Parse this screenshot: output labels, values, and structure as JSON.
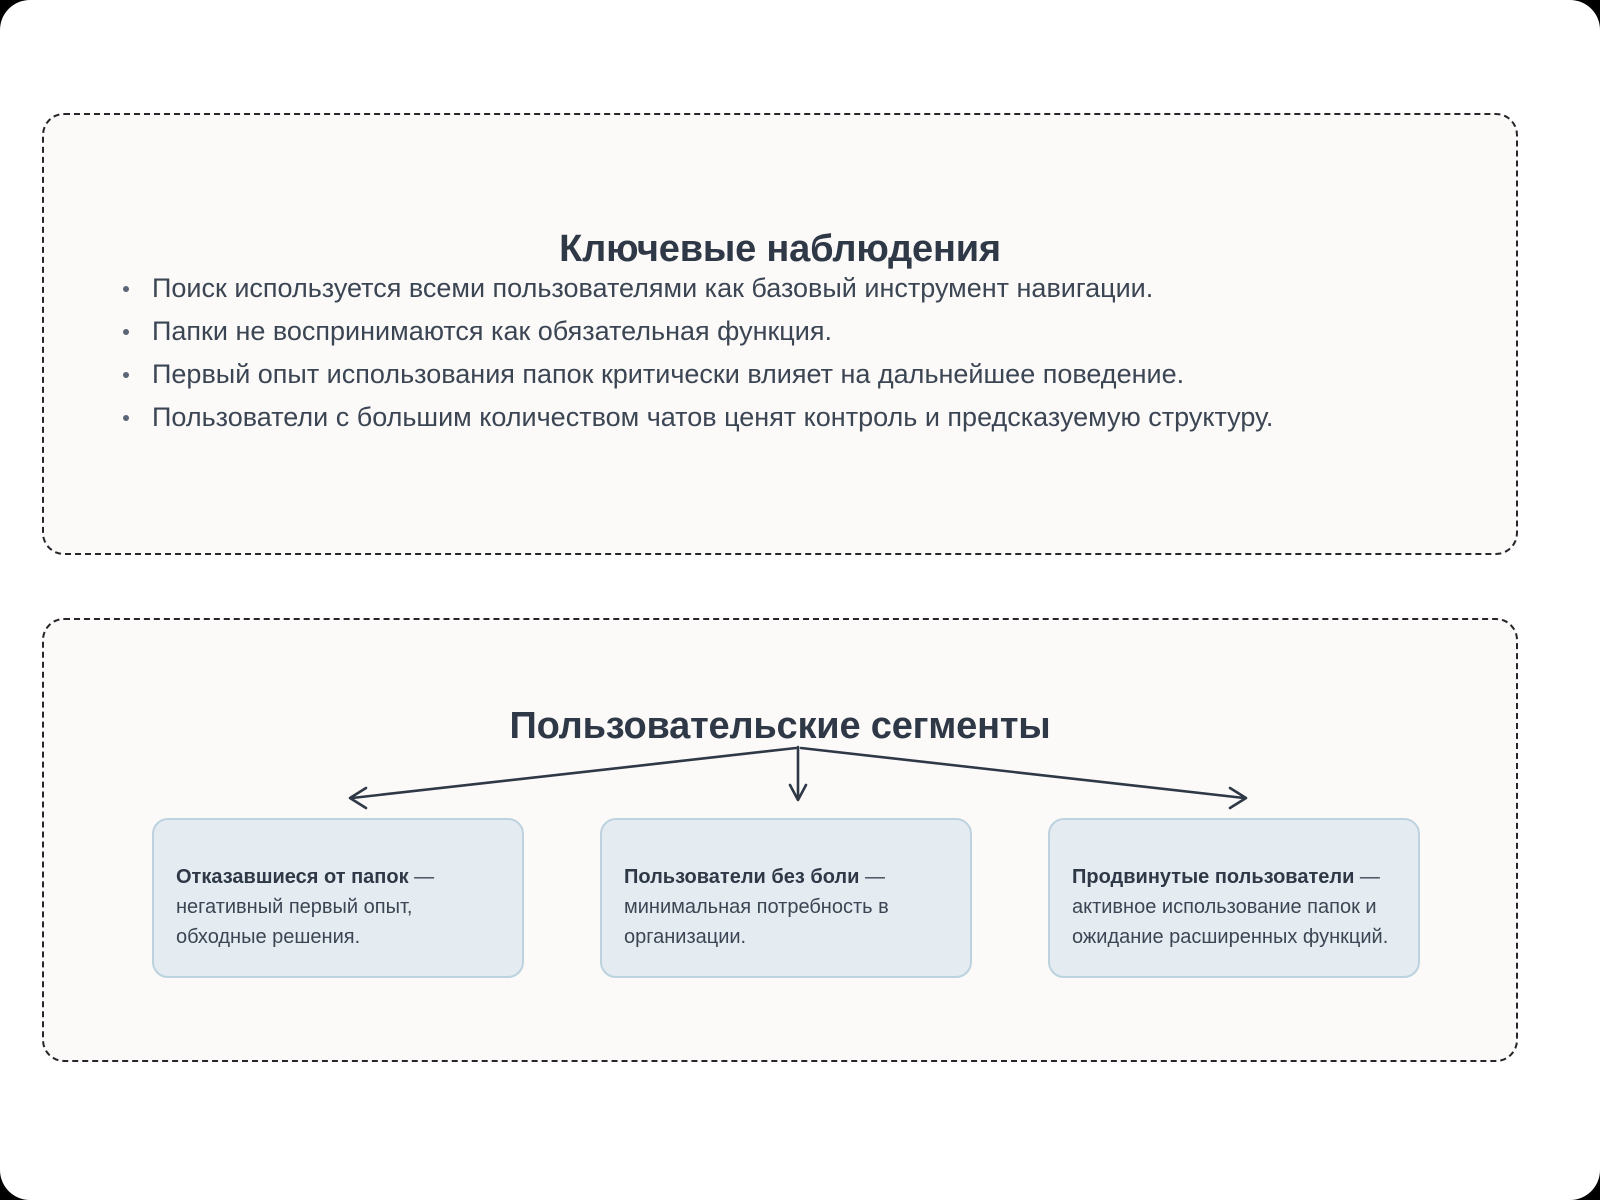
{
  "theme": {
    "page_background": "#ffffff",
    "panel_background": "#fbfaf8",
    "panel_border": "#26262a",
    "heading_color": "#2f3846",
    "body_color": "#3b4553",
    "card_fill": "#e4ebf1",
    "card_border": "#bcd2de",
    "connector_color": "#2f3846"
  },
  "observations": {
    "title": "Ключевые наблюдения",
    "bullets": [
      "Поиск используется всеми пользователями как базовый инструмент навигации.",
      "Папки не воспринимаются как обязательная функция.",
      "Первый опыт использования папок критически влияет на дальнейшее поведение.",
      "Пользователи с большим количеством чатов ценят контроль и предсказуемую структуру."
    ]
  },
  "segments": {
    "title": "Пользовательские сегменты",
    "cards": [
      {
        "lead": "Отказавшиеся от папок",
        "dash": " — ",
        "body": "негативный первый опыт, обходные решения."
      },
      {
        "lead": "Пользователи без боли",
        "dash": " — ",
        "body": "минимальная потребность в организации."
      },
      {
        "lead": "Продвинутые пользователи",
        "dash": " — ",
        "body": "активное использование папок и ожидание расширенных функций."
      }
    ]
  }
}
